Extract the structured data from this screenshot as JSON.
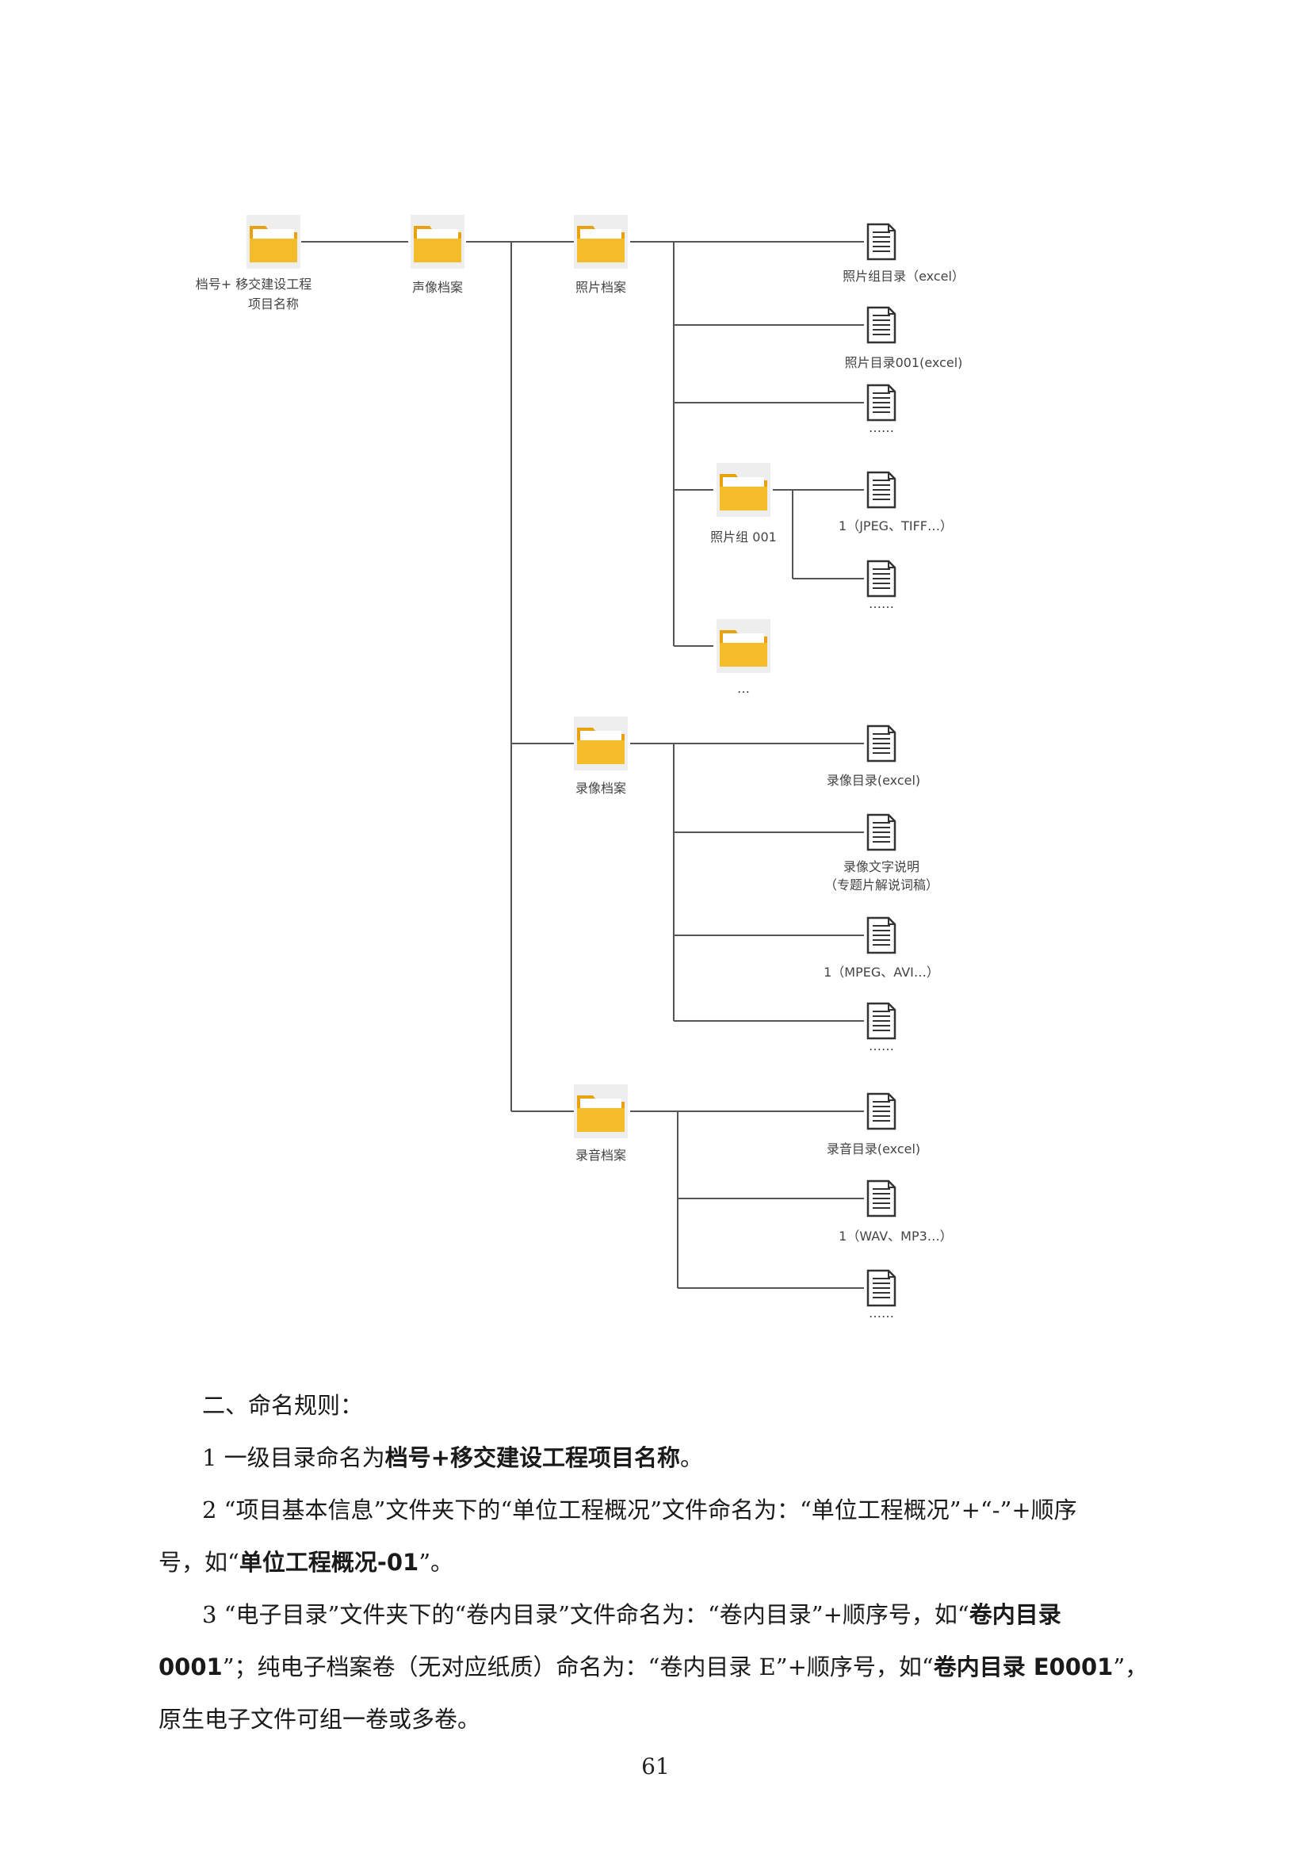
{
  "tree": {
    "root": {
      "label_line1": "档号+ 移交建设工程",
      "label_line2": "项目名称"
    },
    "audio_visual": {
      "label": "声像档案"
    },
    "photo": {
      "label": "照片档案",
      "files": [
        "照片组目录（excel）",
        "照片目录001(excel)",
        "……"
      ],
      "group": {
        "label": "照片组 001",
        "files": [
          "1（JPEG、TIFF…）",
          "……"
        ]
      },
      "more_folder": {
        "label": "…"
      }
    },
    "video": {
      "label": "录像档案",
      "files": [
        "录像目录(excel)",
        "录像文字说明",
        "（专题片解说词稿）",
        "1（MPEG、AVI…）",
        "……"
      ]
    },
    "sound": {
      "label": "录音档案",
      "files": [
        "录音目录(excel)",
        "1（WAV、MP3…）",
        "……"
      ]
    }
  },
  "naming": {
    "heading": "二、命名规则：",
    "rule1_prefix": "1 一级目录命名为",
    "rule1_bold": "档号+移交建设工程项目名称",
    "rule1_suffix": "。",
    "rule2_line1": "2 “项目基本信息”文件夹下的“单位工程概况”文件命名为：“单位工程概况”+“-”+顺序",
    "rule2_line2_prefix": "号，如“",
    "rule2_line2_bold": "单位工程概况-01",
    "rule2_line2_suffix": "”。",
    "rule3_line1_prefix": "3 “电子目录”文件夹下的“卷内目录”文件命名为：“卷内目录”+顺序号，如“",
    "rule3_line1_bold": "卷内目录",
    "rule3_line2_bold": "0001",
    "rule3_line2_mid": "”；纯电子档案卷（无对应纸质）命名为：“卷内目录 E”+顺序号，如“",
    "rule3_line2_bold2": "卷内目录 E0001",
    "rule3_line2_suffix": "”，",
    "rule3_line3": "原生电子文件可组一卷或多卷。"
  },
  "page_number": "61"
}
